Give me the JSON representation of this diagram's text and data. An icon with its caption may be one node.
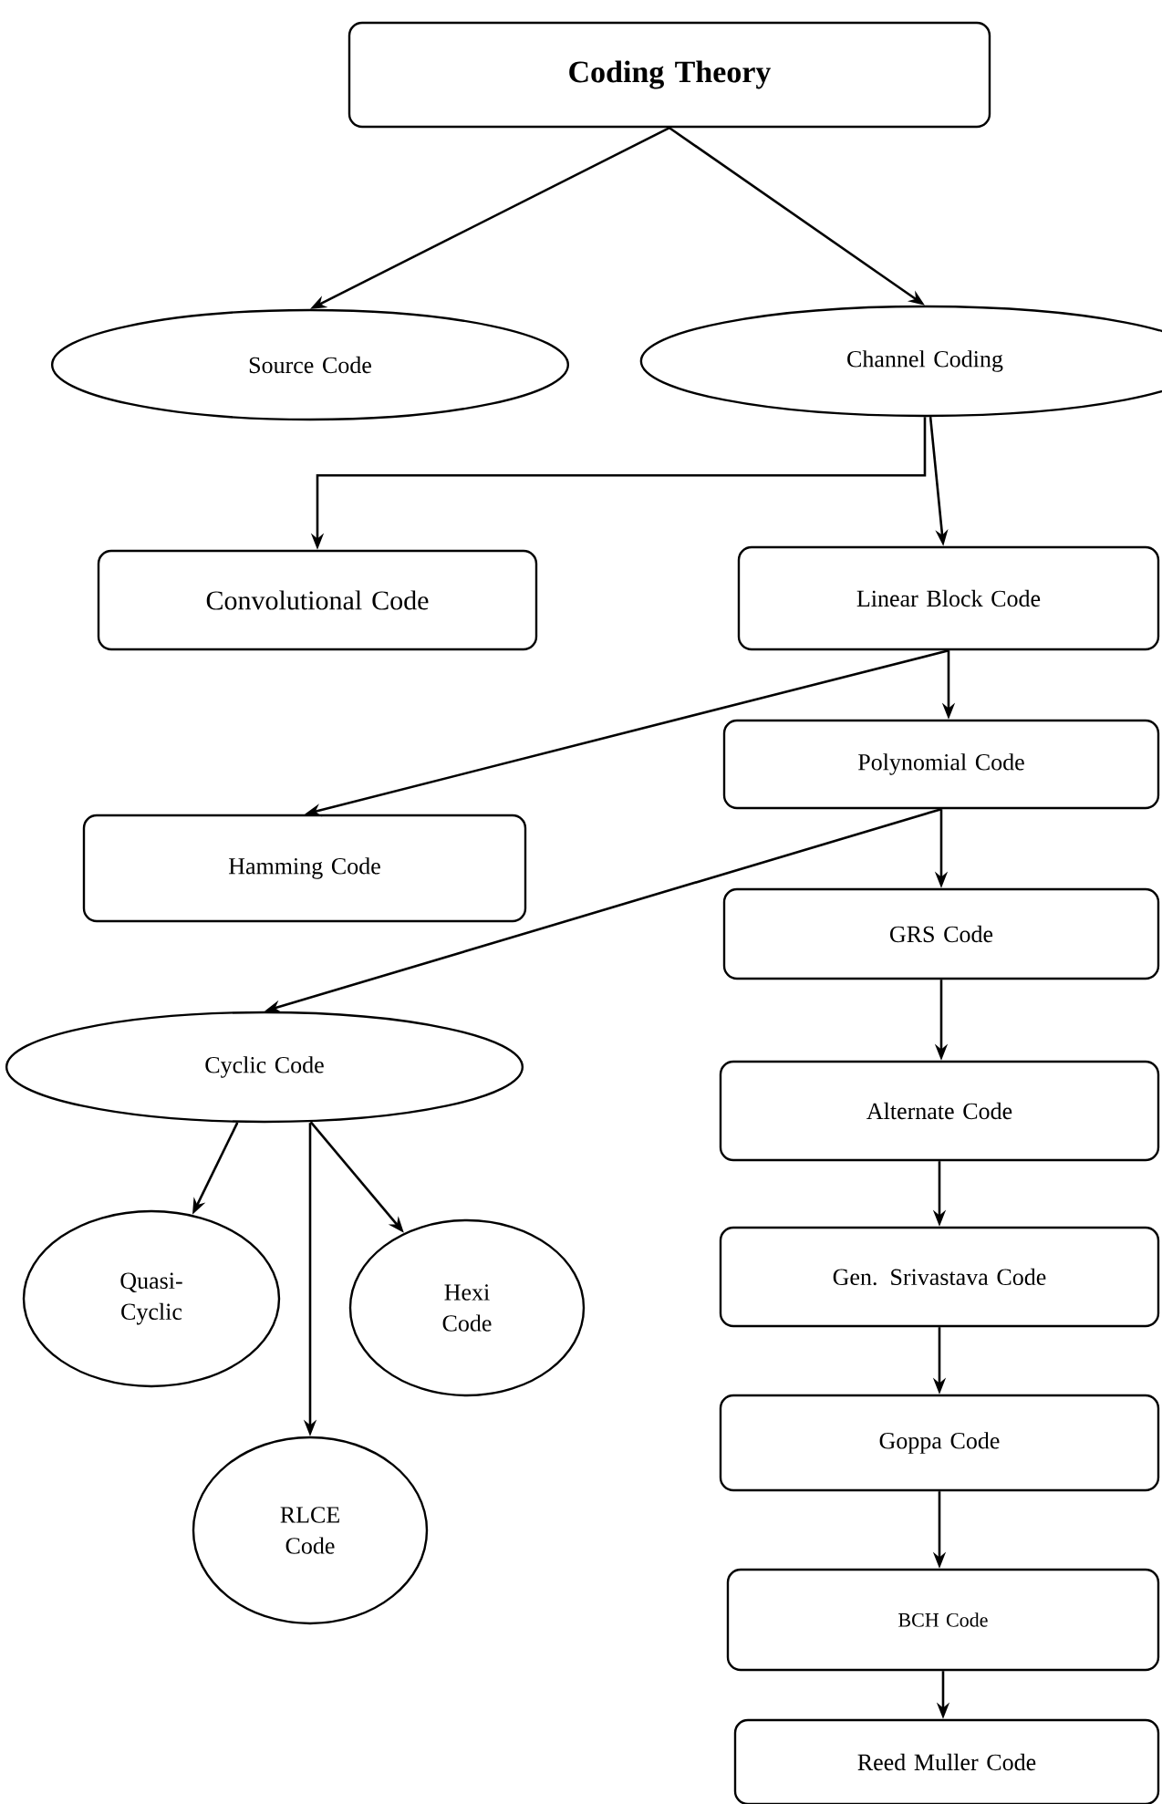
{
  "diagram": {
    "nodes": [
      {
        "text": [
          "Coding Theory"
        ]
      },
      {
        "text": [
          "Source Code"
        ]
      },
      {
        "text": [
          "Channel Coding"
        ]
      },
      {
        "text": [
          "Convolutional Code"
        ]
      },
      {
        "text": [
          "Linear Block Code"
        ]
      },
      {
        "text": [
          "Polynomial Code"
        ]
      },
      {
        "text": [
          "Hamming Code"
        ]
      },
      {
        "text": [
          "GRS Code"
        ]
      },
      {
        "text": [
          "Cyclic Code"
        ]
      },
      {
        "text": [
          "Alternate Code"
        ]
      },
      {
        "text": [
          "Quasi-Cyclic"
        ]
      },
      {
        "text": [
          "Hexi Code"
        ]
      },
      {
        "text": [
          "RLCE Code"
        ]
      },
      {
        "text": [
          "Gen. Srivastava Code"
        ]
      },
      {
        "text": [
          "Goppa Code"
        ]
      },
      {
        "text": [
          "BCH Code"
        ]
      },
      {
        "text": [
          "Reed Muller Code"
        ]
      }
    ],
    "edges": [
      {
        "from": 0,
        "to": 1,
        "arrow": "to"
      },
      {
        "from": 0,
        "to": 2,
        "arrow": "to"
      },
      {
        "from": 2,
        "to": 3,
        "arrow": "to"
      },
      {
        "from": 2,
        "to": 4,
        "arrow": "to"
      },
      {
        "from": 4,
        "to": 5,
        "arrow": "to"
      },
      {
        "from": 4,
        "to": 6,
        "arrow": "to"
      },
      {
        "from": 5,
        "to": 7,
        "arrow": "to"
      },
      {
        "from": 5,
        "to": 8,
        "arrow": "to"
      },
      {
        "from": 7,
        "to": 9,
        "arrow": "to"
      },
      {
        "from": 8,
        "to": 10,
        "arrow": "to"
      },
      {
        "from": 8,
        "to": 11,
        "arrow": "to"
      },
      {
        "from": 8,
        "to": 12,
        "arrow": "to"
      },
      {
        "from": 9,
        "to": 13,
        "arrow": "to"
      },
      {
        "from": 13,
        "to": 14,
        "arrow": "to"
      },
      {
        "from": 14,
        "to": 15,
        "arrow": "to"
      },
      {
        "from": 15,
        "to": 16,
        "arrow": "to"
      }
    ]
  }
}
